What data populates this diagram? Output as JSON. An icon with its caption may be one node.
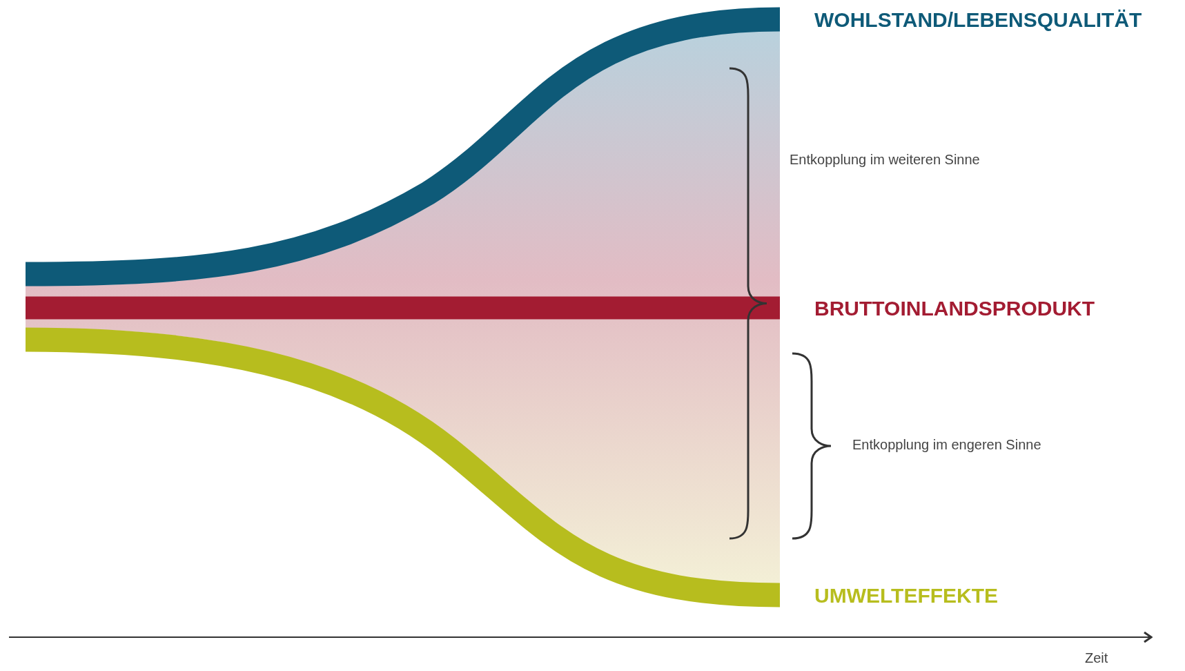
{
  "diagram": {
    "labels": [
      "WOHLSTAND/LEBENSQUALITÄT",
      "BRUTTOINLANDSPRODUKT",
      "UMWELTEFFEKTE",
      "Entkopplung im weiteren Sinne",
      "Entkopplung im engeren Sinne",
      "Zeit"
    ]
  }
}
